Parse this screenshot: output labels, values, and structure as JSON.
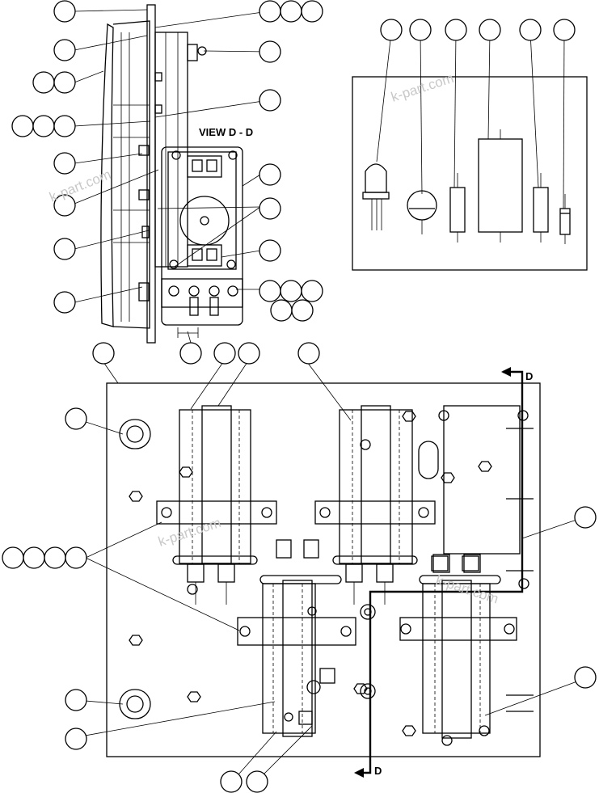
{
  "diagram": {
    "view_label": "VIEW D - D",
    "section_marker_top": "D",
    "section_marker_bottom": "D",
    "watermarks": [
      "k-part.com",
      "k-part.com",
      "k-part.com",
      "k-part.com"
    ]
  }
}
